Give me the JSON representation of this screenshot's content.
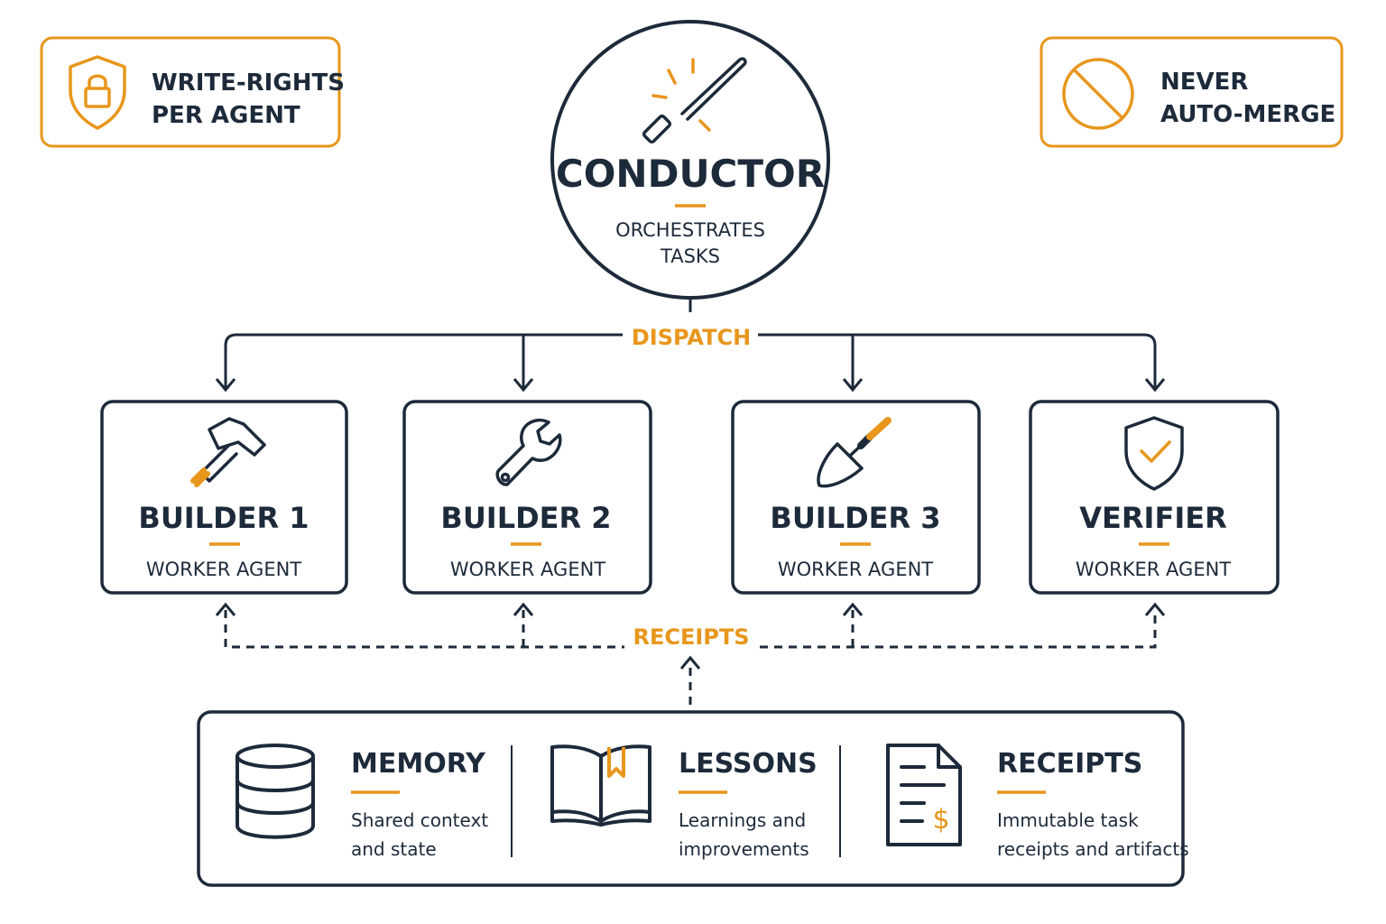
{
  "badges": {
    "write_rights": {
      "line1": "WRITE-RIGHTS",
      "line2": "PER AGENT"
    },
    "never_merge": {
      "line1": "NEVER",
      "line2": "AUTO-MERGE"
    }
  },
  "conductor": {
    "title": "CONDUCTOR",
    "sub1": "ORCHESTRATES",
    "sub2": "TASKS"
  },
  "flows": {
    "dispatch": "DISPATCH",
    "receipts": "RECEIPTS"
  },
  "agents": [
    {
      "title": "BUILDER 1",
      "sub": "WORKER AGENT",
      "icon": "hammer-icon"
    },
    {
      "title": "BUILDER 2",
      "sub": "WORKER AGENT",
      "icon": "wrench-icon"
    },
    {
      "title": "BUILDER 3",
      "sub": "WORKER AGENT",
      "icon": "trowel-icon"
    },
    {
      "title": "VERIFIER",
      "sub": "WORKER AGENT",
      "icon": "shield-check-icon"
    }
  ],
  "stores": [
    {
      "title": "MEMORY",
      "line1": "Shared context",
      "line2": "and state",
      "icon": "database-icon"
    },
    {
      "title": "LESSONS",
      "line1": "Learnings and",
      "line2": "improvements",
      "icon": "book-icon"
    },
    {
      "title": "RECEIPTS",
      "line1": "Immutable task",
      "line2": "receipts and artifacts",
      "icon": "receipt-icon"
    }
  ],
  "colors": {
    "navy": "#1c2a3a",
    "accent": "#e8961c"
  }
}
